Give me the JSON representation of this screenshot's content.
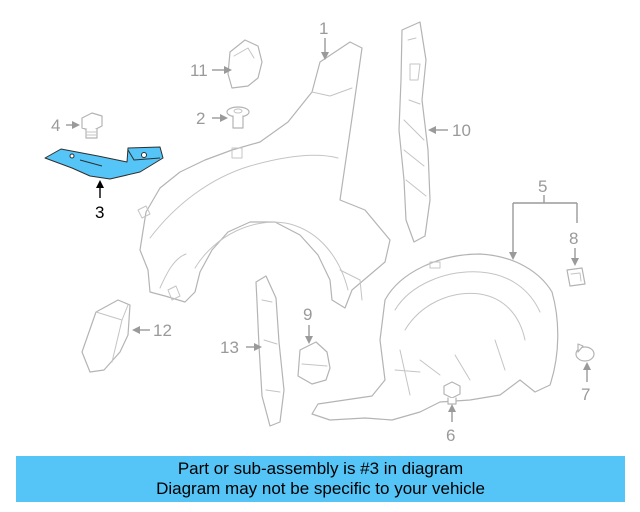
{
  "callouts": {
    "c1": "1",
    "c2": "2",
    "c3": "3",
    "c4": "4",
    "c5": "5",
    "c6": "6",
    "c7": "7",
    "c8": "8",
    "c9": "9",
    "c10": "10",
    "c11": "11",
    "c12": "12",
    "c13": "13"
  },
  "highlight_part": "3",
  "banner": {
    "line1": "Part or sub-assembly is #3 in diagram",
    "line2": "Diagram may not be specific to your vehicle"
  },
  "colors": {
    "highlight_fill": "#55c4f7",
    "banner_bg": "#55c4f7",
    "part_outline": "#b4b4b4",
    "callout_gray": "#9a9a9a"
  }
}
